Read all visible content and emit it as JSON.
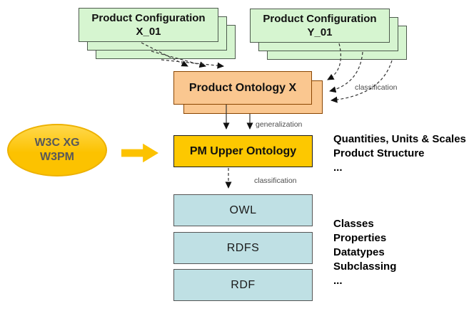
{
  "stacks": {
    "x": {
      "title_line1": "Product Configuration",
      "title_line2": "X_01"
    },
    "y": {
      "title_line1": "Product Configuration",
      "title_line2": "Y_01"
    }
  },
  "ontology": {
    "label": "Product Ontology X"
  },
  "upper_ontology": {
    "label": "PM Upper Ontology"
  },
  "layers": [
    {
      "label": "OWL"
    },
    {
      "label": "RDFS"
    },
    {
      "label": "RDF"
    }
  ],
  "ellipse": {
    "line1": "W3C XG",
    "line2": "W3PM"
  },
  "edge_labels": {
    "classification_top": "classification",
    "generalization": "generalization",
    "classification_mid": "classification"
  },
  "annotations": {
    "pm": [
      "Quantities, Units & Scales",
      "Product Structure",
      "..."
    ],
    "rdf": [
      "Classes",
      "Properties",
      "Datatypes",
      "Subclassing",
      "..."
    ]
  },
  "colors": {
    "green_fill": "#d6f5d0",
    "green_border": "#4d5a4d",
    "orange_fill": "#fac790",
    "orange_border": "#8a4500",
    "gold_fill": "#fdc800",
    "blue_fill": "#bfe0e4",
    "ellipse_fill": "#fcc200",
    "arrow_fill": "#fcc200"
  }
}
